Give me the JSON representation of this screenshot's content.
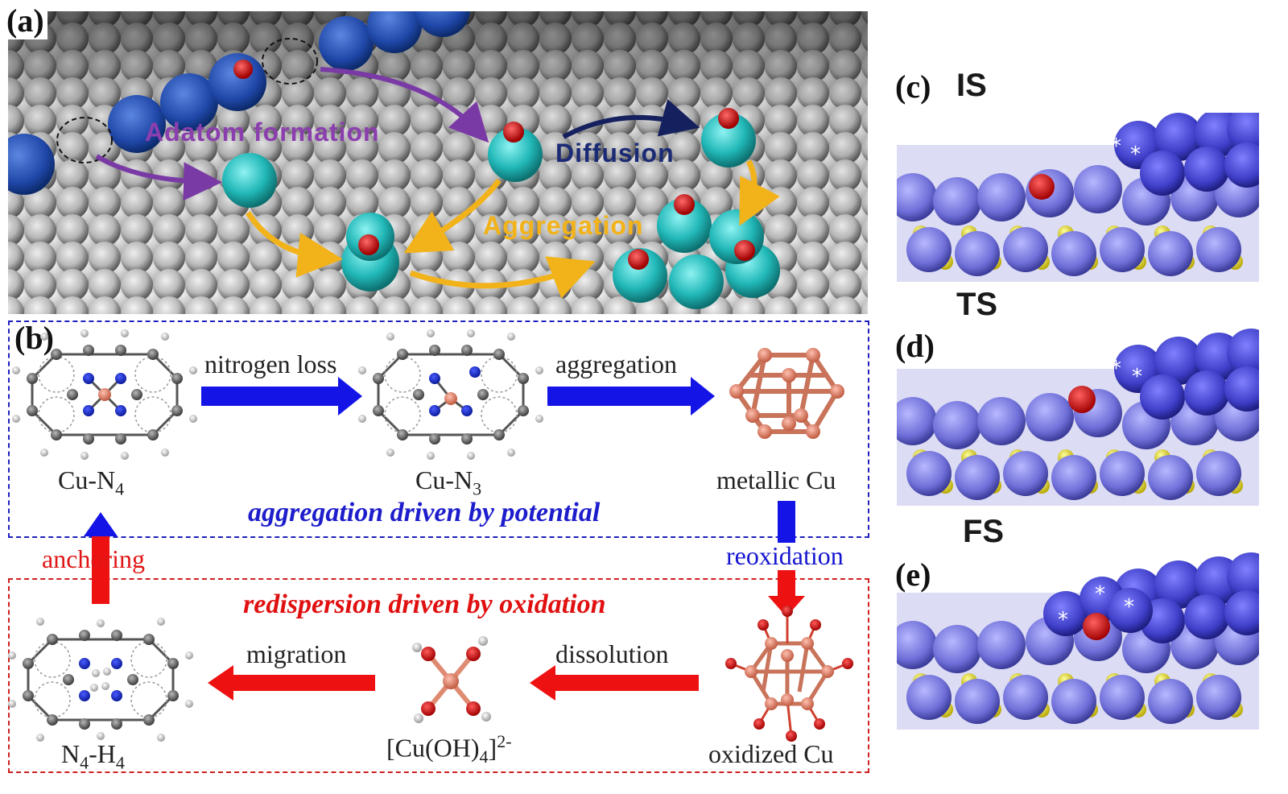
{
  "panels": {
    "a": {
      "label": "(a)",
      "adatom": "Adatom formation",
      "diffusion": "Diffusion",
      "aggregation": "Aggregation"
    },
    "b": {
      "label": "(b)",
      "cu_n4": "Cu-N",
      "cu_n4_sub": "4",
      "cu_n3": "Cu-N",
      "cu_n3_sub": "3",
      "metallic": "metallic Cu",
      "nitrogen_loss": "nitrogen loss",
      "aggregation_arrow": "aggregation",
      "caption_top": "aggregation driven by potential",
      "anchoring": "anchoring",
      "reoxidation": "reoxidation",
      "caption_bottom": "redispersion driven by oxidation",
      "n4h4_a": "N",
      "n4h4_sub1": "4",
      "n4h4_b": "-H",
      "n4h4_sub2": "4",
      "migration": "migration",
      "cuoh_a": "[Cu(OH)",
      "cuoh_sub": "4",
      "cuoh_b": "]",
      "cuoh_sup": "2-",
      "dissolution": "dissolution",
      "oxidized": "oxidized Cu"
    },
    "c": {
      "label": "(c)",
      "state": "IS"
    },
    "d": {
      "label": "(d)",
      "state": "TS"
    },
    "e": {
      "label": "(e)",
      "state": "FS"
    }
  },
  "colors": {
    "blue_arrow": "#1414e6",
    "red_arrow": "#ee1111",
    "cyan_atom": "#2ec4c4",
    "copper": "#e58a72",
    "slab": "#7f7fe6",
    "sulfur": "#e8e02a"
  }
}
